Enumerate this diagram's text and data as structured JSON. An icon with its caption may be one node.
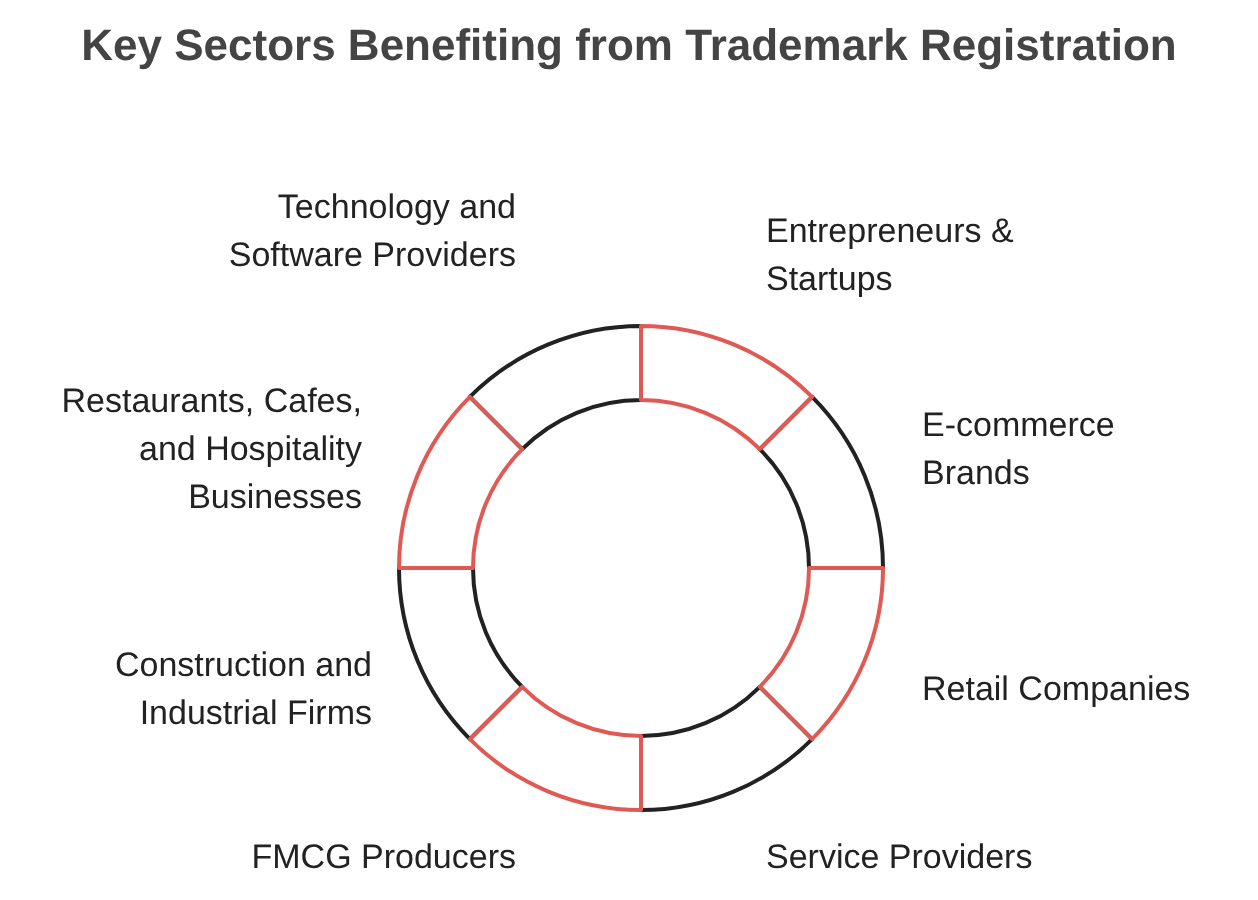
{
  "diagram": {
    "title": "Key Sectors Benefiting from Trademark Registration",
    "nodes": [
      {
        "text": [
          "Entrepreneurs & Startups"
        ]
      },
      {
        "text": [
          "E-commerce Brands"
        ]
      },
      {
        "text": [
          "Retail Companies"
        ]
      },
      {
        "text": [
          "Service Providers"
        ]
      },
      {
        "text": [
          "FMCG Producers"
        ]
      },
      {
        "text": [
          "Construction and Industrial Firms"
        ]
      },
      {
        "text": [
          "Restaurants, Cafes, and Hospitality Businesses"
        ]
      },
      {
        "text": [
          "Technology and Software Providers"
        ]
      }
    ]
  }
}
